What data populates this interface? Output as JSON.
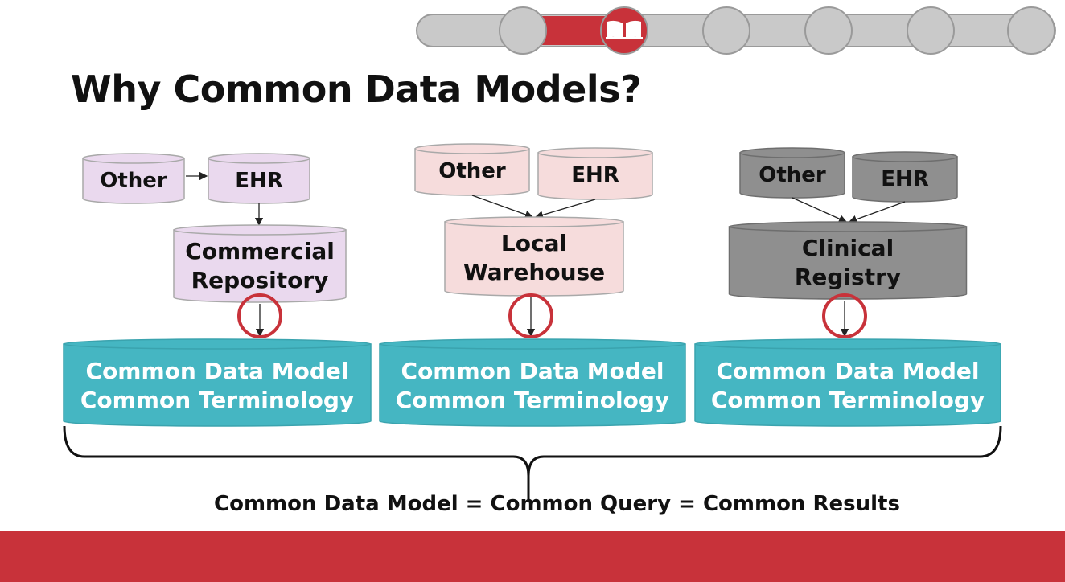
{
  "slide": {
    "title": "Why Common Data Models?",
    "equation": "Common Data Model = Common Query = Common Results"
  },
  "progress": {
    "steps_total": 6,
    "current_step": 2,
    "current_icon": "open-book-icon"
  },
  "colors": {
    "accent_red": "#c8323a",
    "track_gray": "#c9c9c9",
    "cdm_teal": "#45b6c2"
  },
  "columns": [
    {
      "sources": [
        "Other",
        "EHR"
      ],
      "repository_lines": [
        "Commercial",
        "Repository"
      ],
      "cdm_lines": [
        "Common Data Model",
        "Common Terminology"
      ],
      "fill": "#ead9ee"
    },
    {
      "sources": [
        "Other",
        "EHR"
      ],
      "repository_lines": [
        "Local",
        "Warehouse"
      ],
      "cdm_lines": [
        "Common Data Model",
        "Common Terminology"
      ],
      "fill": "#f6dcdc"
    },
    {
      "sources": [
        "Other",
        "EHR"
      ],
      "repository_lines": [
        "Clinical",
        "Registry"
      ],
      "cdm_lines": [
        "Common Data Model",
        "Common Terminology"
      ],
      "fill": "#8f8f8f"
    }
  ]
}
